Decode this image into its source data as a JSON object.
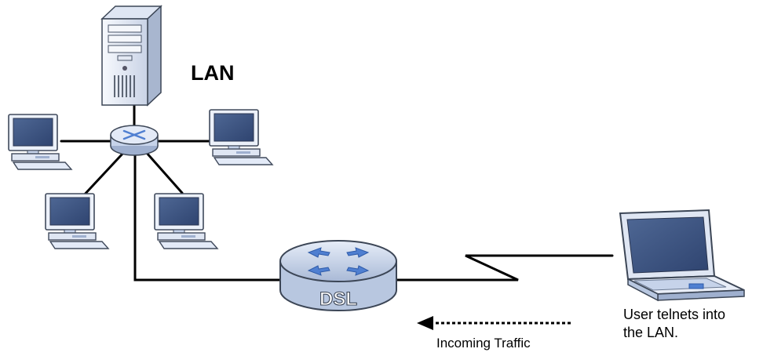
{
  "labels": {
    "lan": "LAN",
    "dsl": "DSL",
    "user_line1": "User telnets into",
    "user_line2": "the LAN.",
    "incoming_traffic": "Incoming Traffic"
  },
  "colors": {
    "line": "#000000",
    "screen": "#3f5783",
    "device_body": "#ecf1fa",
    "device_outline": "#404a5c",
    "router_top": "#dbe6f6",
    "arrow_blue": "#4f7fd1"
  },
  "icons": [
    "server-icon",
    "switch-icon",
    "workstation-icon",
    "dsl-router-icon",
    "laptop-icon",
    "arrow-left-icon"
  ]
}
